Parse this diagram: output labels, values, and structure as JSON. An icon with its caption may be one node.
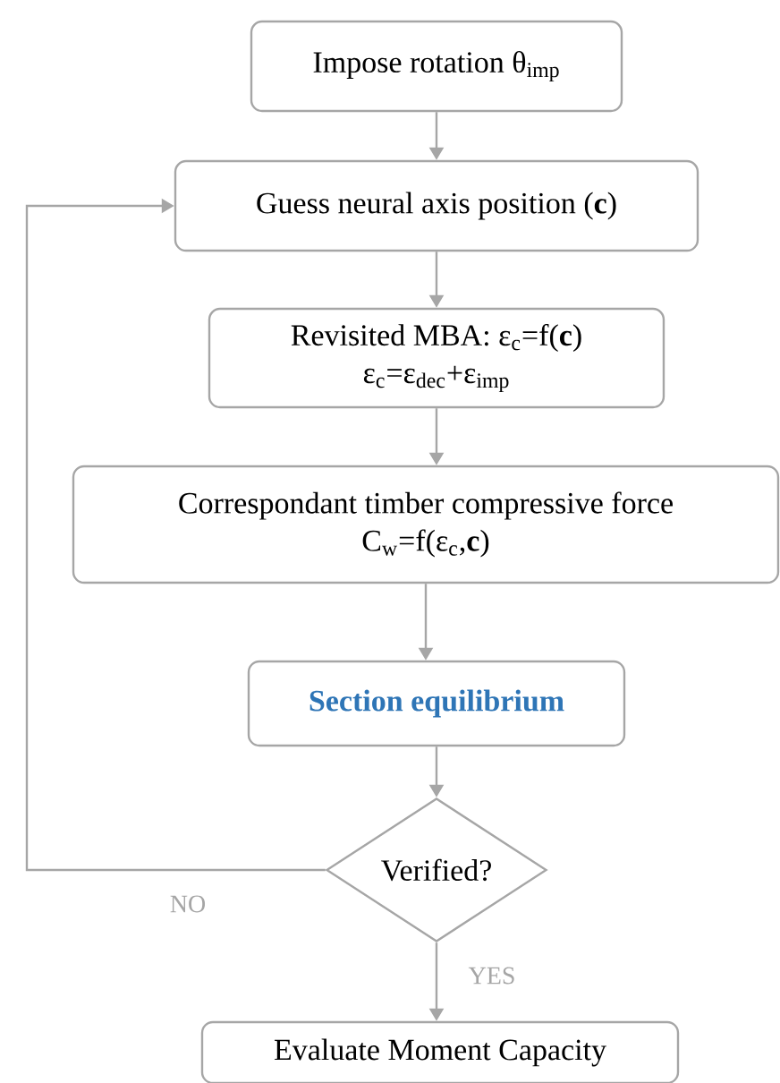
{
  "diagram": {
    "nodes": [
      {
        "text": [
          "Impose rotation θ$_{imp}$"
        ]
      },
      {
        "text": [
          "Guess neural axis position (**c**)"
        ]
      },
      {
        "text": [
          "Revisited MBA: ε$_{c}$=f(**c**)",
          "ε$_{c}$=ε$_{dec}$+ε$_{imp}$"
        ]
      },
      {
        "text": [
          "Correspondant timber compressive force",
          "C$_{w}$=f(ε$_{c}$,**c**)"
        ]
      },
      {
        "text": [
          "Section equilibrium"
        ]
      },
      {
        "text": [
          "Verified?"
        ]
      },
      {
        "text": [
          "Evaluate Moment Capacity"
        ]
      }
    ],
    "edges": [
      {
        "from": 0,
        "to": 1,
        "arrow": "to"
      },
      {
        "from": 1,
        "to": 2,
        "arrow": "to"
      },
      {
        "from": 2,
        "to": 3,
        "arrow": "to"
      },
      {
        "from": 3,
        "to": 4,
        "arrow": "to"
      },
      {
        "from": 4,
        "to": 5,
        "arrow": "to"
      },
      {
        "from": 5,
        "to": 6,
        "arrow": "to",
        "label": "YES"
      },
      {
        "from": 5,
        "to": 1,
        "arrow": "to",
        "label": "NO"
      }
    ]
  }
}
